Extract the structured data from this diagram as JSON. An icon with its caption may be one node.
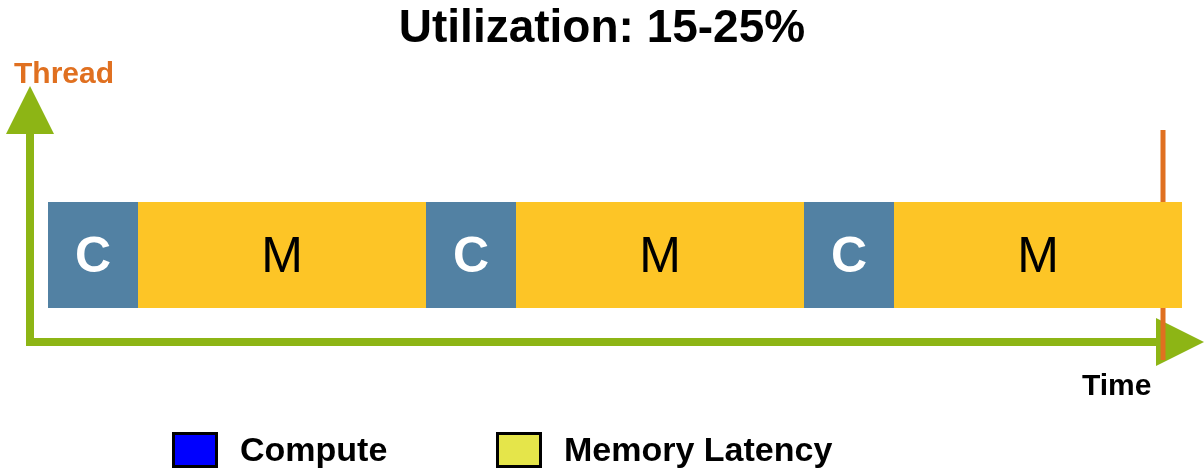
{
  "diagram": {
    "title": "Utilization: 15-25%",
    "nodes": [
      {
        "text": [
          "C"
        ]
      },
      {
        "text": [
          "M"
        ]
      },
      {
        "text": [
          "C"
        ]
      },
      {
        "text": [
          "M"
        ]
      },
      {
        "text": [
          "C"
        ]
      },
      {
        "text": [
          "M"
        ]
      }
    ],
    "labels": [
      "Thread",
      "Time"
    ],
    "legend": [
      {
        "text": "Compute",
        "color": "#0000ff"
      },
      {
        "text": "Memory Latency",
        "color": "#e5e54a"
      }
    ]
  }
}
